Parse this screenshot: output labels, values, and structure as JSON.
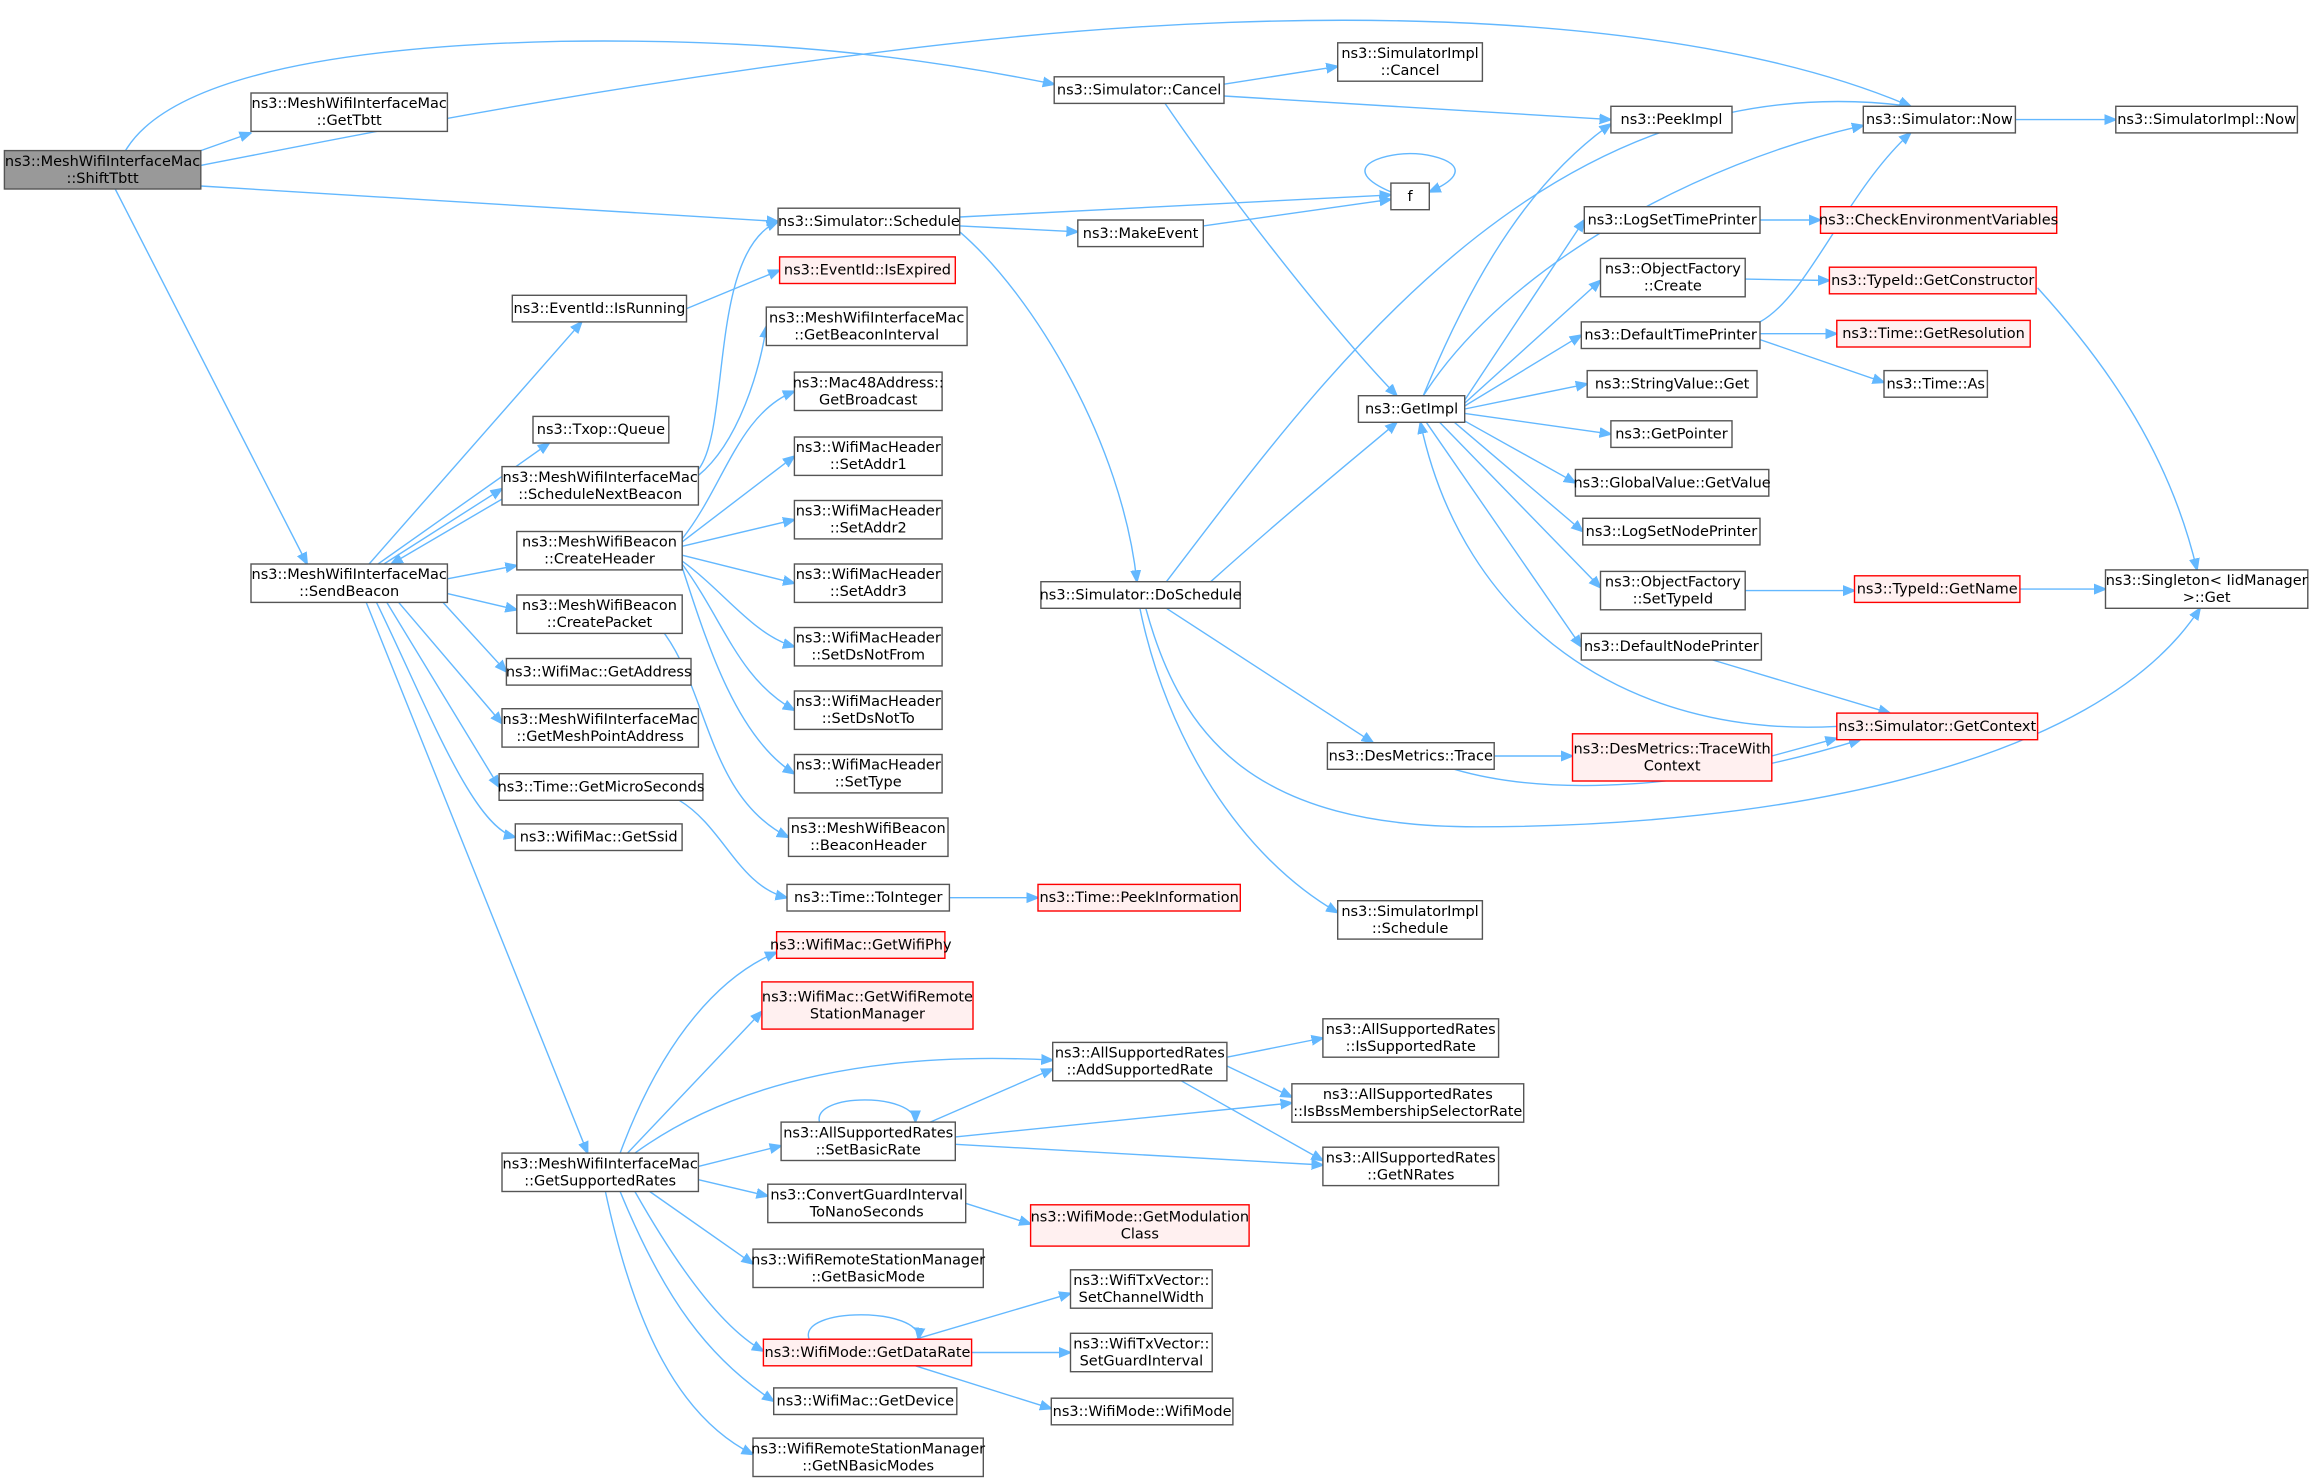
{
  "nodes": [
    {
      "id": "shiftTbtt",
      "lines": [
        "ns3::MeshWifiInterfaceMac",
        "::ShiftTbtt"
      ],
      "style": "root"
    },
    {
      "id": "getTbtt",
      "lines": [
        "ns3::MeshWifiInterfaceMac",
        "::GetTbtt"
      ],
      "style": "normal"
    },
    {
      "id": "simCancel",
      "lines": [
        "ns3::Simulator::Cancel"
      ],
      "style": "normal"
    },
    {
      "id": "simImplCancel",
      "lines": [
        "ns3::SimulatorImpl",
        "::Cancel"
      ],
      "style": "normal"
    },
    {
      "id": "peekImpl",
      "lines": [
        "ns3::PeekImpl"
      ],
      "style": "normal"
    },
    {
      "id": "simNow",
      "lines": [
        "ns3::Simulator::Now"
      ],
      "style": "normal"
    },
    {
      "id": "simImplNow",
      "lines": [
        "ns3::SimulatorImpl::Now"
      ],
      "style": "normal"
    },
    {
      "id": "f",
      "lines": [
        "f"
      ],
      "style": "normal"
    },
    {
      "id": "simSchedule",
      "lines": [
        "ns3::Simulator::Schedule"
      ],
      "style": "normal"
    },
    {
      "id": "makeEvent",
      "lines": [
        "ns3::MakeEvent"
      ],
      "style": "normal"
    },
    {
      "id": "logSetTimePrinter",
      "lines": [
        "ns3::LogSetTimePrinter"
      ],
      "style": "normal"
    },
    {
      "id": "checkEnv",
      "lines": [
        "ns3::CheckEnvironmentVariables"
      ],
      "style": "hl"
    },
    {
      "id": "objFactoryCreate",
      "lines": [
        "ns3::ObjectFactory",
        "::Create"
      ],
      "style": "normal"
    },
    {
      "id": "typeIdGetConstructor",
      "lines": [
        "ns3::TypeId::GetConstructor"
      ],
      "style": "hl"
    },
    {
      "id": "eventIsExpired",
      "lines": [
        "ns3::EventId::IsExpired"
      ],
      "style": "hl"
    },
    {
      "id": "eventIsRunning",
      "lines": [
        "ns3::EventId::IsRunning"
      ],
      "style": "normal"
    },
    {
      "id": "getBeaconInterval",
      "lines": [
        "ns3::MeshWifiInterfaceMac",
        "::GetBeaconInterval"
      ],
      "style": "normal"
    },
    {
      "id": "defaultTimePrinter",
      "lines": [
        "ns3::DefaultTimePrinter"
      ],
      "style": "normal"
    },
    {
      "id": "timeGetResolution",
      "lines": [
        "ns3::Time::GetResolution"
      ],
      "style": "hl"
    },
    {
      "id": "mac48GetBroadcast",
      "lines": [
        "ns3::Mac48Address::",
        "GetBroadcast"
      ],
      "style": "normal"
    },
    {
      "id": "timeAs",
      "lines": [
        "ns3::Time::As"
      ],
      "style": "normal"
    },
    {
      "id": "getImpl",
      "lines": [
        "ns3::GetImpl"
      ],
      "style": "normal"
    },
    {
      "id": "stringValueGet",
      "lines": [
        "ns3::StringValue::Get"
      ],
      "style": "normal"
    },
    {
      "id": "txopQueue",
      "lines": [
        "ns3::Txop::Queue"
      ],
      "style": "normal"
    },
    {
      "id": "getPointer",
      "lines": [
        "ns3::GetPointer"
      ],
      "style": "normal"
    },
    {
      "id": "setAddr1",
      "lines": [
        "ns3::WifiMacHeader",
        "::SetAddr1"
      ],
      "style": "normal"
    },
    {
      "id": "scheduleNextBeacon",
      "lines": [
        "ns3::MeshWifiInterfaceMac",
        "::ScheduleNextBeacon"
      ],
      "style": "normal"
    },
    {
      "id": "globalValueGetValue",
      "lines": [
        "ns3::GlobalValue::GetValue"
      ],
      "style": "normal"
    },
    {
      "id": "setAddr2",
      "lines": [
        "ns3::WifiMacHeader",
        "::SetAddr2"
      ],
      "style": "normal"
    },
    {
      "id": "logSetNodePrinter",
      "lines": [
        "ns3::LogSetNodePrinter"
      ],
      "style": "normal"
    },
    {
      "id": "createHeader",
      "lines": [
        "ns3::MeshWifiBeacon",
        "::CreateHeader"
      ],
      "style": "normal"
    },
    {
      "id": "sendBeacon",
      "lines": [
        "ns3::MeshWifiInterfaceMac",
        "::SendBeacon"
      ],
      "style": "normal"
    },
    {
      "id": "setAddr3",
      "lines": [
        "ns3::WifiMacHeader",
        "::SetAddr3"
      ],
      "style": "normal"
    },
    {
      "id": "objFactorySetTypeId",
      "lines": [
        "ns3::ObjectFactory",
        "::SetTypeId"
      ],
      "style": "normal"
    },
    {
      "id": "typeIdGetName",
      "lines": [
        "ns3::TypeId::GetName"
      ],
      "style": "hl"
    },
    {
      "id": "singletonGet",
      "lines": [
        "ns3::Singleton< IidManager",
        " >::Get"
      ],
      "style": "normal"
    },
    {
      "id": "simDoSchedule",
      "lines": [
        "ns3::Simulator::DoSchedule"
      ],
      "style": "normal"
    },
    {
      "id": "createPacket",
      "lines": [
        "ns3::MeshWifiBeacon",
        "::CreatePacket"
      ],
      "style": "normal"
    },
    {
      "id": "setDsNotFrom",
      "lines": [
        "ns3::WifiMacHeader",
        "::SetDsNotFrom"
      ],
      "style": "normal"
    },
    {
      "id": "defaultNodePrinter",
      "lines": [
        "ns3::DefaultNodePrinter"
      ],
      "style": "normal"
    },
    {
      "id": "wifiMacGetAddress",
      "lines": [
        "ns3::WifiMac::GetAddress"
      ],
      "style": "normal"
    },
    {
      "id": "setDsNotTo",
      "lines": [
        "ns3::WifiMacHeader",
        "::SetDsNotTo"
      ],
      "style": "normal"
    },
    {
      "id": "getMeshPointAddress",
      "lines": [
        "ns3::MeshWifiInterfaceMac",
        "::GetMeshPointAddress"
      ],
      "style": "normal"
    },
    {
      "id": "simGetContext",
      "lines": [
        "ns3::Simulator::GetContext"
      ],
      "style": "hl"
    },
    {
      "id": "desMetricsTrace",
      "lines": [
        "ns3::DesMetrics::Trace"
      ],
      "style": "normal"
    },
    {
      "id": "traceWithContext",
      "lines": [
        "ns3::DesMetrics::TraceWith",
        "Context"
      ],
      "style": "hl"
    },
    {
      "id": "setType",
      "lines": [
        "ns3::WifiMacHeader",
        "::SetType"
      ],
      "style": "normal"
    },
    {
      "id": "timeGetMicroSeconds",
      "lines": [
        "ns3::Time::GetMicroSeconds"
      ],
      "style": "normal"
    },
    {
      "id": "wifiMacGetSsid",
      "lines": [
        "ns3::WifiMac::GetSsid"
      ],
      "style": "normal"
    },
    {
      "id": "beaconHeader",
      "lines": [
        "ns3::MeshWifiBeacon",
        "::BeaconHeader"
      ],
      "style": "normal"
    },
    {
      "id": "timeToInteger",
      "lines": [
        "ns3::Time::ToInteger"
      ],
      "style": "normal"
    },
    {
      "id": "timePeekInformation",
      "lines": [
        "ns3::Time::PeekInformation"
      ],
      "style": "hl"
    },
    {
      "id": "simImplSchedule",
      "lines": [
        "ns3::SimulatorImpl",
        "::Schedule"
      ],
      "style": "normal"
    },
    {
      "id": "getWifiPhy",
      "lines": [
        "ns3::WifiMac::GetWifiPhy"
      ],
      "style": "hl"
    },
    {
      "id": "getWifiRemoteStationManager",
      "lines": [
        "ns3::WifiMac::GetWifiRemote",
        "StationManager"
      ],
      "style": "hl"
    },
    {
      "id": "isSupportedRate",
      "lines": [
        "ns3::AllSupportedRates",
        "::IsSupportedRate"
      ],
      "style": "normal"
    },
    {
      "id": "addSupportedRate",
      "lines": [
        "ns3::AllSupportedRates",
        "::AddSupportedRate"
      ],
      "style": "normal"
    },
    {
      "id": "isBssMembership",
      "lines": [
        "ns3::AllSupportedRates",
        "::IsBssMembershipSelectorRate"
      ],
      "style": "normal"
    },
    {
      "id": "setBasicRate",
      "lines": [
        "ns3::AllSupportedRates",
        "::SetBasicRate"
      ],
      "style": "normal"
    },
    {
      "id": "getSupportedRates",
      "lines": [
        "ns3::MeshWifiInterfaceMac",
        "::GetSupportedRates"
      ],
      "style": "normal"
    },
    {
      "id": "getNRates",
      "lines": [
        "ns3::AllSupportedRates",
        "::GetNRates"
      ],
      "style": "normal"
    },
    {
      "id": "convertGuardInterval",
      "lines": [
        "ns3::ConvertGuardInterval",
        "ToNanoSeconds"
      ],
      "style": "normal"
    },
    {
      "id": "getModulationClass",
      "lines": [
        "ns3::WifiMode::GetModulation",
        "Class"
      ],
      "style": "hl"
    },
    {
      "id": "getBasicMode",
      "lines": [
        "ns3::WifiRemoteStationManager",
        "::GetBasicMode"
      ],
      "style": "normal"
    },
    {
      "id": "setChannelWidth",
      "lines": [
        "ns3::WifiTxVector::",
        "SetChannelWidth"
      ],
      "style": "normal"
    },
    {
      "id": "getDataRate",
      "lines": [
        "ns3::WifiMode::GetDataRate"
      ],
      "style": "hl"
    },
    {
      "id": "setGuardInterval",
      "lines": [
        "ns3::WifiTxVector::",
        "SetGuardInterval"
      ],
      "style": "normal"
    },
    {
      "id": "wifiMacGetDevice",
      "lines": [
        "ns3::WifiMac::GetDevice"
      ],
      "style": "normal"
    },
    {
      "id": "wifiModeWifiMode",
      "lines": [
        "ns3::WifiMode::WifiMode"
      ],
      "style": "normal"
    },
    {
      "id": "getNBasicModes",
      "lines": [
        "ns3::WifiRemoteStationManager",
        "::GetNBasicModes"
      ],
      "style": "normal"
    }
  ]
}
